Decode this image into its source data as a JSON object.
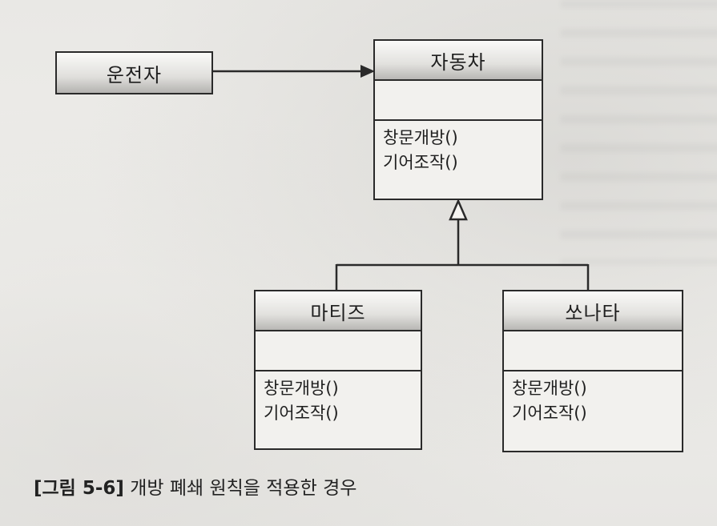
{
  "diagram": {
    "actor": {
      "name": "운전자"
    },
    "parent_class": {
      "name": "자동차",
      "operations": [
        "창문개방()",
        "기어조작()"
      ]
    },
    "subclasses": [
      {
        "name": "마티즈",
        "operations": [
          "창문개방()",
          "기어조작()"
        ]
      },
      {
        "name": "쏘나타",
        "operations": [
          "창문개방()",
          "기어조작()"
        ]
      }
    ]
  },
  "caption": {
    "label": "[그림 5-6]",
    "text": "개방 폐쇄 원칙을 적용한 경우"
  },
  "colors": {
    "line": "#2a2a2a",
    "box_fill": "#f2f1ee",
    "header_gradient_bottom": "#b8b7b4",
    "paper": "#ecebe8"
  }
}
